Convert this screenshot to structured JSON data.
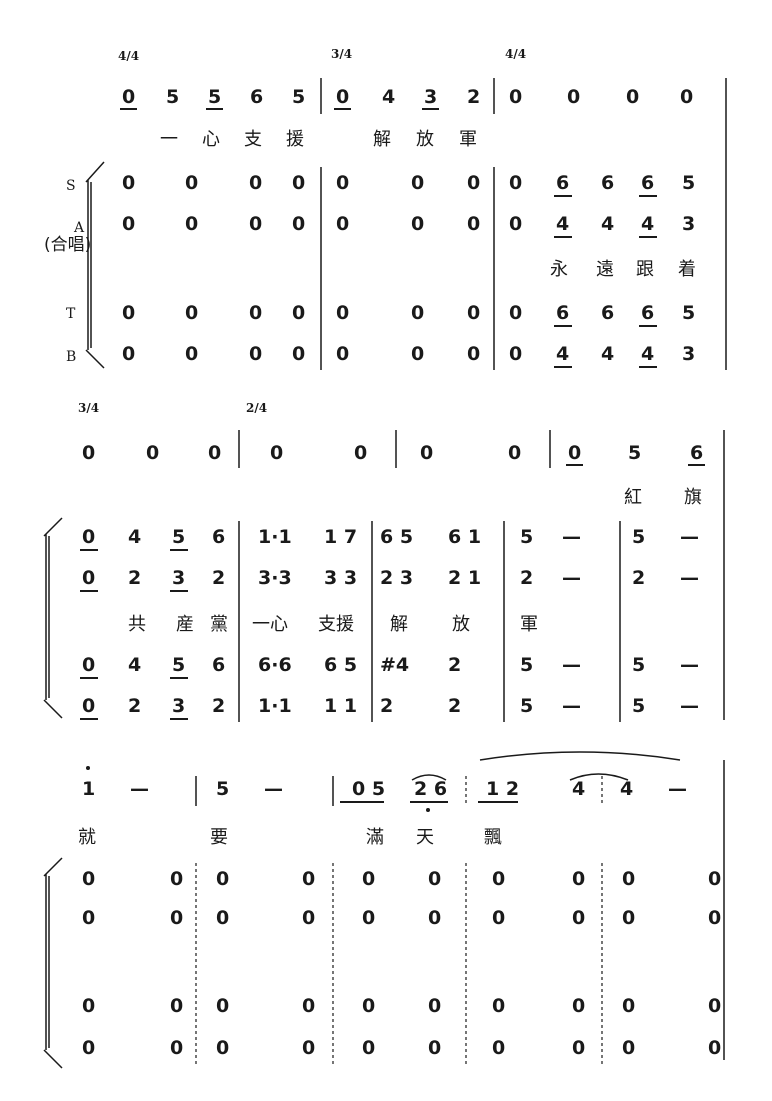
{
  "chorus_label": "(合唱)",
  "voices": [
    "S",
    "A",
    "T",
    "B"
  ],
  "systems": [
    {
      "time_signatures": [
        "4/4",
        "3/4",
        "4/4"
      ],
      "solo": [
        "0",
        "5",
        "5",
        "6",
        "5",
        "0",
        "4",
        "3",
        "2",
        "0",
        "0",
        "0",
        "0"
      ],
      "solo_lyrics": [
        "一",
        "心",
        "支",
        "援",
        "解",
        "放",
        "軍"
      ],
      "choir": [
        [
          "0",
          "0",
          "0",
          "0",
          "0",
          "0",
          "0",
          "0",
          "6",
          "6",
          "6",
          "5"
        ],
        [
          "0",
          "0",
          "0",
          "0",
          "0",
          "0",
          "0",
          "0",
          "4",
          "4",
          "4",
          "3"
        ],
        [
          "0",
          "0",
          "0",
          "0",
          "0",
          "0",
          "0",
          "0",
          "6",
          "6",
          "6",
          "5"
        ],
        [
          "0",
          "0",
          "0",
          "0",
          "0",
          "0",
          "0",
          "0",
          "4",
          "4",
          "4",
          "3"
        ]
      ],
      "choir_lyrics": [
        "永",
        "遠",
        "跟",
        "着"
      ]
    },
    {
      "time_signatures": [
        "3/4",
        "2/4"
      ],
      "solo": [
        "0",
        "0",
        "0",
        "0",
        "0",
        "0",
        "0",
        "0",
        "5",
        "6"
      ],
      "solo_lyrics": [
        "紅",
        "旗"
      ],
      "choir": [
        [
          "0",
          "4",
          "5",
          "6",
          "1·1",
          "1 7",
          "6 5",
          "6 1",
          "5",
          "—",
          "5",
          "—"
        ],
        [
          "0",
          "2",
          "3",
          "2",
          "3·3",
          "3 3",
          "2 3",
          "2 1",
          "2",
          "—",
          "2",
          "—"
        ],
        [
          "0",
          "4",
          "5",
          "6",
          "6·6",
          "6 5",
          "#4",
          "2",
          "5",
          "—",
          "5",
          "—"
        ],
        [
          "0",
          "2",
          "3",
          "2",
          "1·1",
          "1 1",
          "2",
          "2",
          "5",
          "—",
          "5",
          "—"
        ]
      ],
      "choir_lyrics": [
        "共",
        "産",
        "黨",
        "一心",
        "支援",
        "解",
        "放",
        "軍"
      ]
    },
    {
      "solo": [
        "1",
        "—",
        "5",
        "—",
        "0 5",
        "2 6",
        "1 2",
        "4",
        "4",
        "—"
      ],
      "solo_lyrics": [
        "就",
        "要",
        "滿",
        "天",
        "飄"
      ],
      "choir": [
        [
          "0",
          "0",
          "0",
          "0",
          "0",
          "0",
          "0",
          "0",
          "0",
          "0"
        ],
        [
          "0",
          "0",
          "0",
          "0",
          "0",
          "0",
          "0",
          "0",
          "0",
          "0"
        ],
        [
          "0",
          "0",
          "0",
          "0",
          "0",
          "0",
          "0",
          "0",
          "0",
          "0"
        ],
        [
          "0",
          "0",
          "0",
          "0",
          "0",
          "0",
          "0",
          "0",
          "0",
          "0"
        ]
      ]
    }
  ]
}
